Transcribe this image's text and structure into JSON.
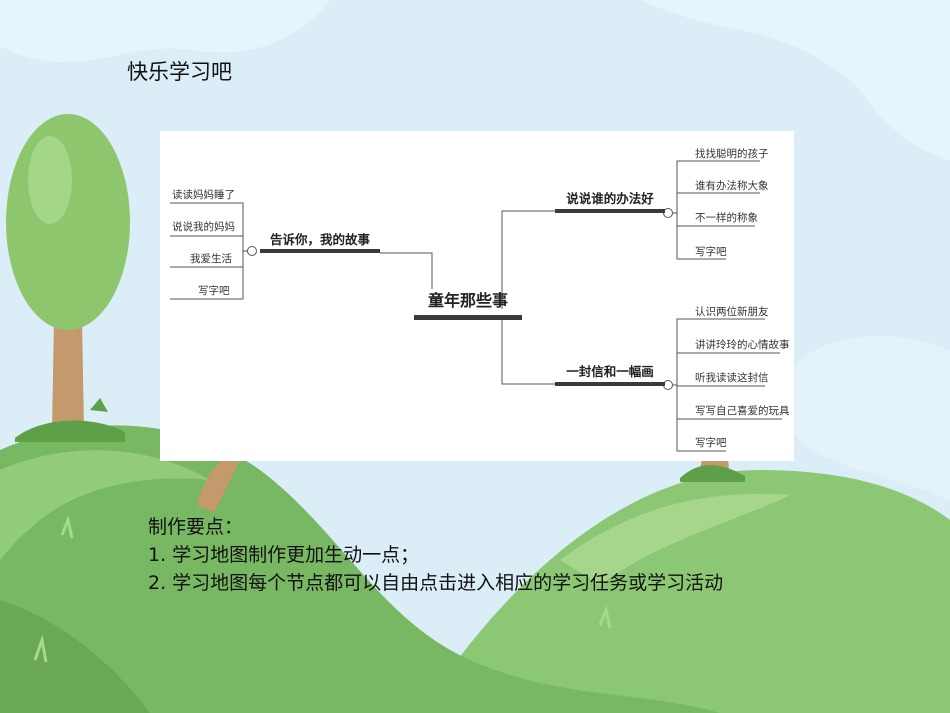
{
  "page": {
    "title": "快乐学习吧"
  },
  "mindmap": {
    "root": "童年那些事",
    "left_branch": {
      "label": "告诉你，我的故事",
      "children": [
        "读读妈妈睡了",
        "说说我的妈妈",
        "我爱生活",
        "写字吧"
      ]
    },
    "right_branches": [
      {
        "label": "说说谁的办法好",
        "children": [
          "找找聪明的孩子",
          "谁有办法称大象",
          "不一样的称象",
          "写字吧"
        ]
      },
      {
        "label": "一封信和一幅画",
        "children": [
          "认识两位新朋友",
          "讲讲玲玲的心情故事",
          "听我读读这封信",
          "写写自己喜爱的玩具",
          "写字吧"
        ]
      }
    ]
  },
  "notes": {
    "heading": "制作要点：",
    "items": [
      "1. 学习地图制作更加生动一点；",
      "2. 学习地图每个节点都可以自由点击进入相应的学习任务或学习活动"
    ]
  },
  "colors": {
    "sky": "#dbeef8",
    "hill_dark": "#79b862",
    "hill_light": "#8cc874",
    "trunk": "#c49a6c",
    "foliage": "#8dc66d",
    "bar": "#3a3a3a"
  }
}
